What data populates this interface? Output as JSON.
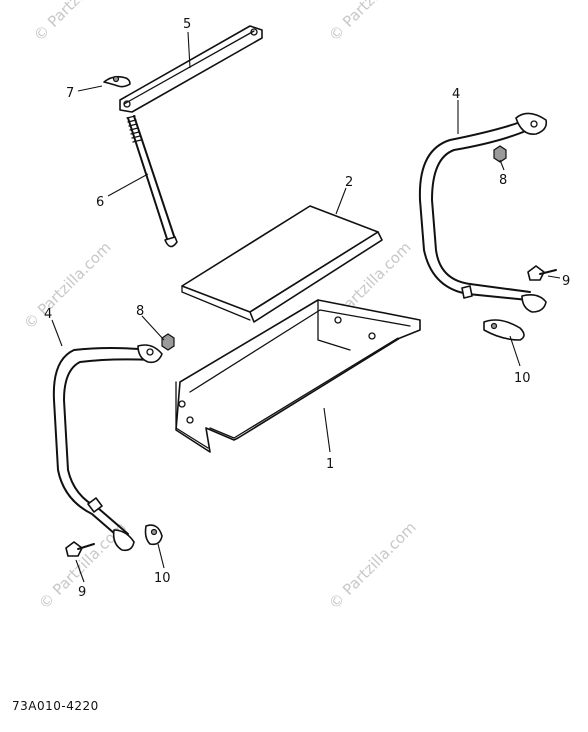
{
  "watermark_text": "© Partzilla.com",
  "diagram_code": "73A010-4220",
  "callouts": {
    "part_1": "1",
    "part_2": "2",
    "part_4": "4",
    "part_5": "5",
    "part_6": "6",
    "part_7": "7",
    "part_8_right": "8",
    "part_8_left": "8",
    "part_9_right": "9",
    "part_9_left": "9",
    "part_10_right": "10",
    "part_10_left": "10"
  }
}
